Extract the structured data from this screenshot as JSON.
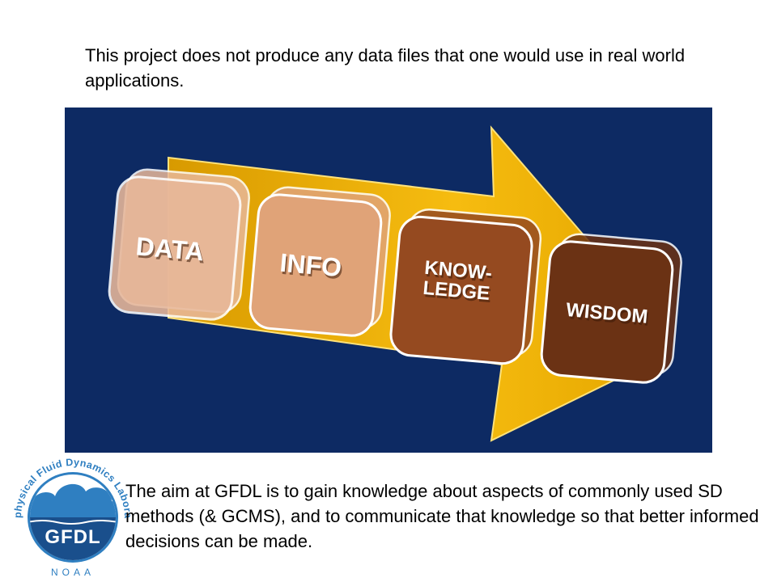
{
  "top_text": "This project does not produce any data files that one would use in real world applications.",
  "bottom_text": "The aim at GFDL is to gain knowledge about aspects of commonly used SD methods (& GCMS), and to communicate that knowledge so that better informed decisions can be made.",
  "diagram": {
    "steps": [
      {
        "label_lines": [
          "DATA"
        ],
        "fill": "#e8b89a"
      },
      {
        "label_lines": [
          "INFO"
        ],
        "fill": "#e0a378"
      },
      {
        "label_lines": [
          "KNOW-",
          "LEDGE"
        ],
        "fill": "#954a20"
      },
      {
        "label_lines": [
          "WISDOM"
        ],
        "fill": "#6b3214"
      }
    ],
    "colors": {
      "background": "#0d2a63",
      "arrow": "#f2b300",
      "label": "#ffffff"
    }
  },
  "logo": {
    "ring_text": "Geophysical Fluid Dynamics Laboratory",
    "center_text": "GFDL",
    "bottom_text": "NOAA",
    "colors": {
      "ring": "#2f7fc1",
      "cloud": "#ffffff",
      "band": "#1a4f8c"
    }
  }
}
